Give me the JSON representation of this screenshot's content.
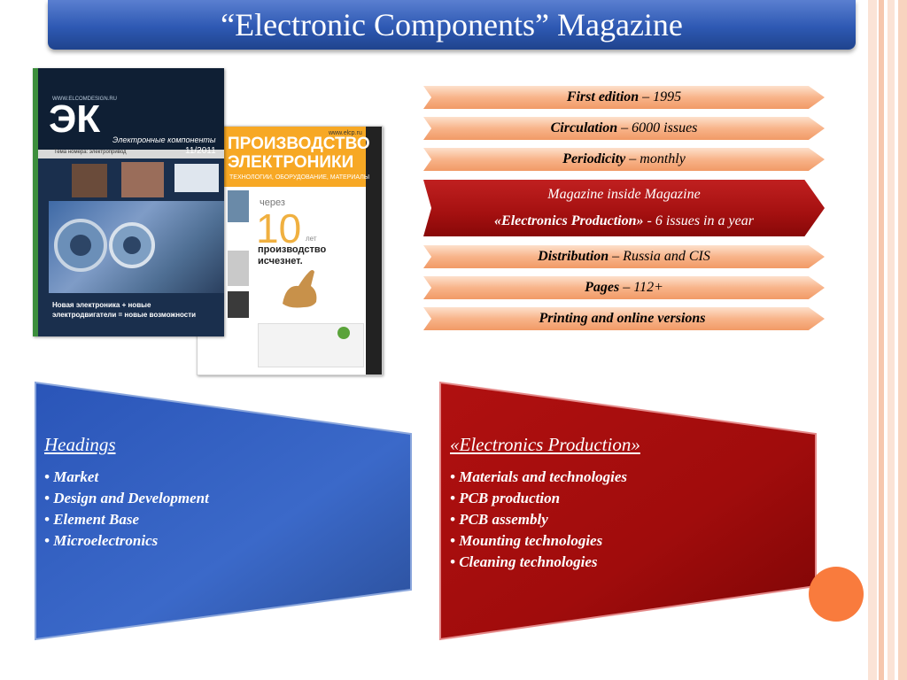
{
  "title": "“Electronic Components” Magazine",
  "covers": {
    "ek": {
      "site": "WWW.ELCOMDESIGN.RU",
      "logo": "ЭК",
      "subtitle": "Электронные компоненты",
      "tagline": "Тема номера: электропривод",
      "issue": "11/2011",
      "footer": "Новая электроника + новые электродвигатели = новые возможности"
    },
    "ep": {
      "title_line1": "ПРОИЗВОДСТВО",
      "title_line2": "ЭЛЕКТРОНИКИ",
      "subtitle": "ТЕХНОЛОГИИ, ОБОРУДОВАНИЕ, МАТЕРИАЛЫ",
      "site": "www.elcp.ru",
      "through": "через",
      "big_number": "10",
      "years": "лет",
      "text1": "производство",
      "text2": "исчезнет."
    }
  },
  "facts": [
    {
      "label": "First edition",
      "value": "– 1995"
    },
    {
      "label": "Circulation",
      "value": "– 6000 issues"
    },
    {
      "label": "Periodicity",
      "value": "– monthly"
    }
  ],
  "highlight": {
    "line1": "Magazine inside Magazine",
    "line2_bold": "«Electronics Production»",
    "line2_rest": "- 6 issues in a year"
  },
  "facts2": [
    {
      "label": "Distribution",
      "value": "– Russia and CIS"
    },
    {
      "label": "Pages",
      "value": "– 112+"
    },
    {
      "label": "Printing and online versions",
      "value": ""
    }
  ],
  "headings_panel": {
    "title": "Headings",
    "items": [
      "• Market",
      "• Design and Development",
      "• Element Base",
      "• Microelectronics"
    ]
  },
  "ep_panel": {
    "title": "«Electronics Production»",
    "items": [
      "• Materials and technologies",
      "• PCB production",
      "• PCB assembly",
      "• Mounting technologies",
      "• Cleaning technologies"
    ]
  },
  "colors": {
    "title_bar": "#2e59b3",
    "arrow": "#f8b48a",
    "highlight": "#a41010",
    "panel_blue": "#2d5cc0",
    "panel_red": "#a30d0d",
    "accent_circle": "#f97b3d"
  }
}
